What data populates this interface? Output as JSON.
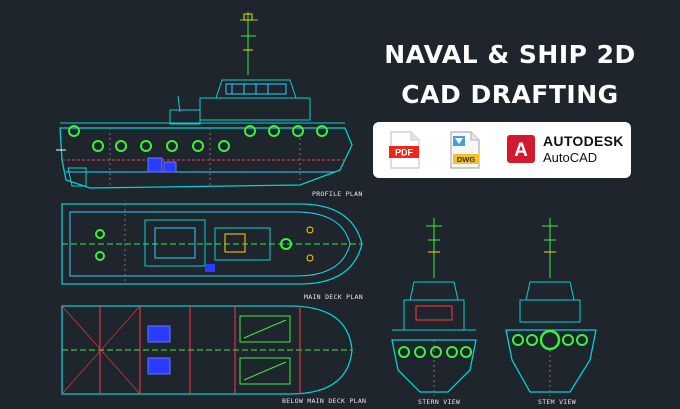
{
  "headline": {
    "line1": "NAVAL & SHIP 2D",
    "line2": "CAD DRAFTING"
  },
  "badges": {
    "pdf_label": "PDF",
    "dwg_label": "DWG",
    "brand_name": "AUTODESK",
    "product_name": "AutoCAD",
    "acad_letter": "A"
  },
  "drawing_labels": {
    "profile": "PROFILE PLAN",
    "main_deck": "MAIN DECK PLAN",
    "below_deck": "BELOW MAIN DECK PLAN",
    "stern": "STERN VIEW",
    "stem": "STEM VIEW"
  },
  "colors": {
    "background": "#1e252c",
    "hull_line": "#00d2d2",
    "fender": "#3cf03c",
    "deck_line": "#2fd0ff",
    "pdf_red": "#e8291c",
    "autocad_red": "#d3192f"
  }
}
